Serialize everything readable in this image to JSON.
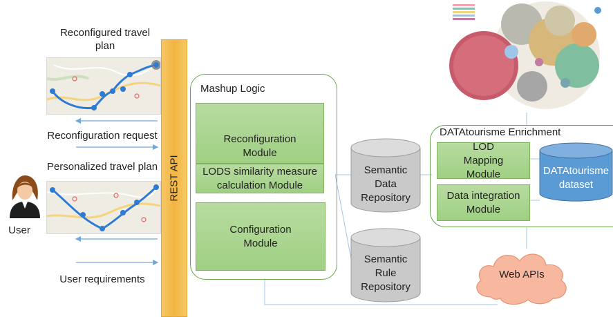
{
  "left": {
    "reconfigured_plan_title": "Reconfigured travel plan",
    "reconfiguration_request": "Reconfiguration request",
    "personalized_plan_title": "Personalized travel plan",
    "user_requirements": "User requirements",
    "user_label": "User"
  },
  "rest_api": {
    "label": "REST API"
  },
  "mashup": {
    "title": "Mashup Logic",
    "reconfiguration_module": "Reconfiguration Module",
    "lods_module": "LODS similarity measure calculation Module",
    "configuration_module": "Configuration Module"
  },
  "repositories": {
    "data": "Semantic Data Repository",
    "rule": "Semantic Rule Repository"
  },
  "enrichment": {
    "title": "DATAtourisme Enrichment",
    "lod_mapping": "LOD Mapping Module",
    "data_integration": "Data integration Module",
    "dataset": "DATAtourisme dataset"
  },
  "web_apis": {
    "label": "Web APIs"
  },
  "colors": {
    "rest_api": "#f2b441",
    "module_green": "#a9d48f",
    "panel_border": "#6aa84f",
    "repository_grey": "#c9c9c9",
    "dataset_blue": "#5b9bd5",
    "cloud": "#f8b8a0",
    "arrow": "#6fa8dc"
  }
}
